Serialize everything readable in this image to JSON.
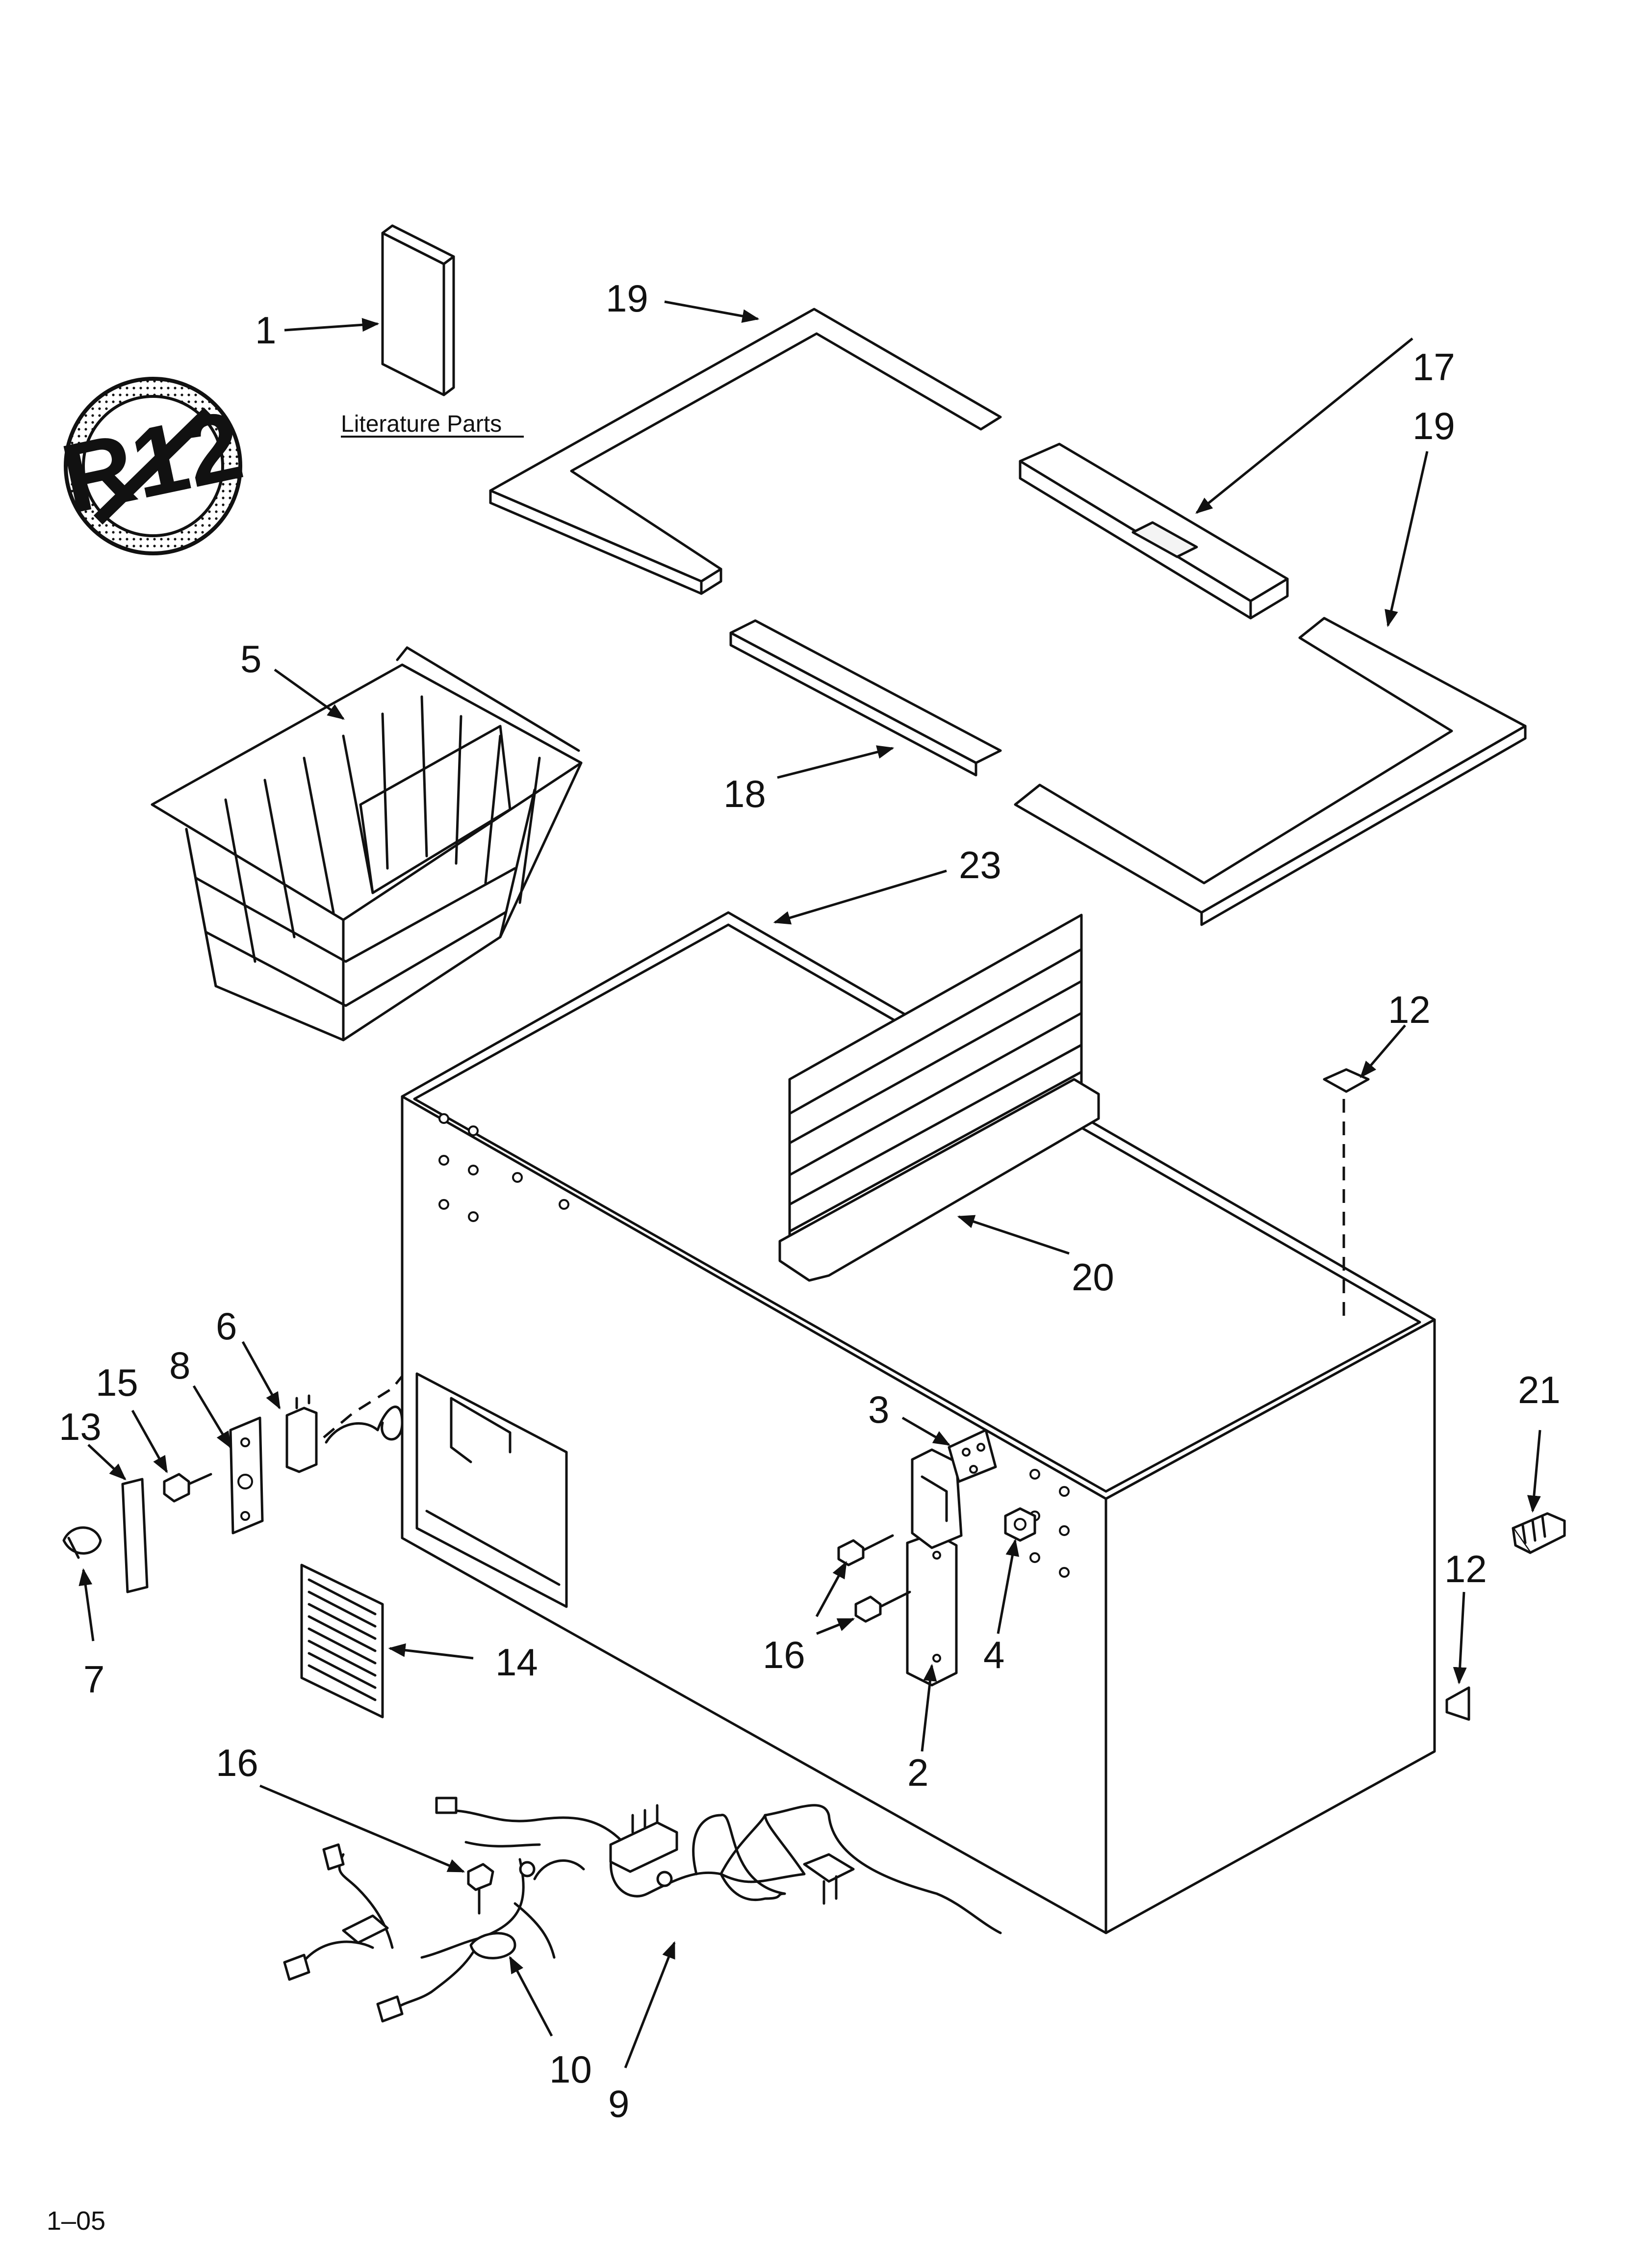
{
  "literature_label": "Literature Parts",
  "no_r12_badge": "R12",
  "footer_code": "1–05",
  "callouts": {
    "c1": "1",
    "c2": "2",
    "c3": "3",
    "c4": "4",
    "c5": "5",
    "c6": "6",
    "c7": "7",
    "c8": "8",
    "c9": "9",
    "c10": "10",
    "c12_top": "12",
    "c12_bottom": "12",
    "c13": "13",
    "c14": "14",
    "c15": "15",
    "c16_hinge": "16",
    "c16_harness": "16",
    "c17": "17",
    "c18": "18",
    "c19_left": "19",
    "c19_right": "19",
    "c20": "20",
    "c21": "21",
    "c23": "23"
  },
  "colors": {
    "line": "#111111",
    "background": "#ffffff"
  }
}
